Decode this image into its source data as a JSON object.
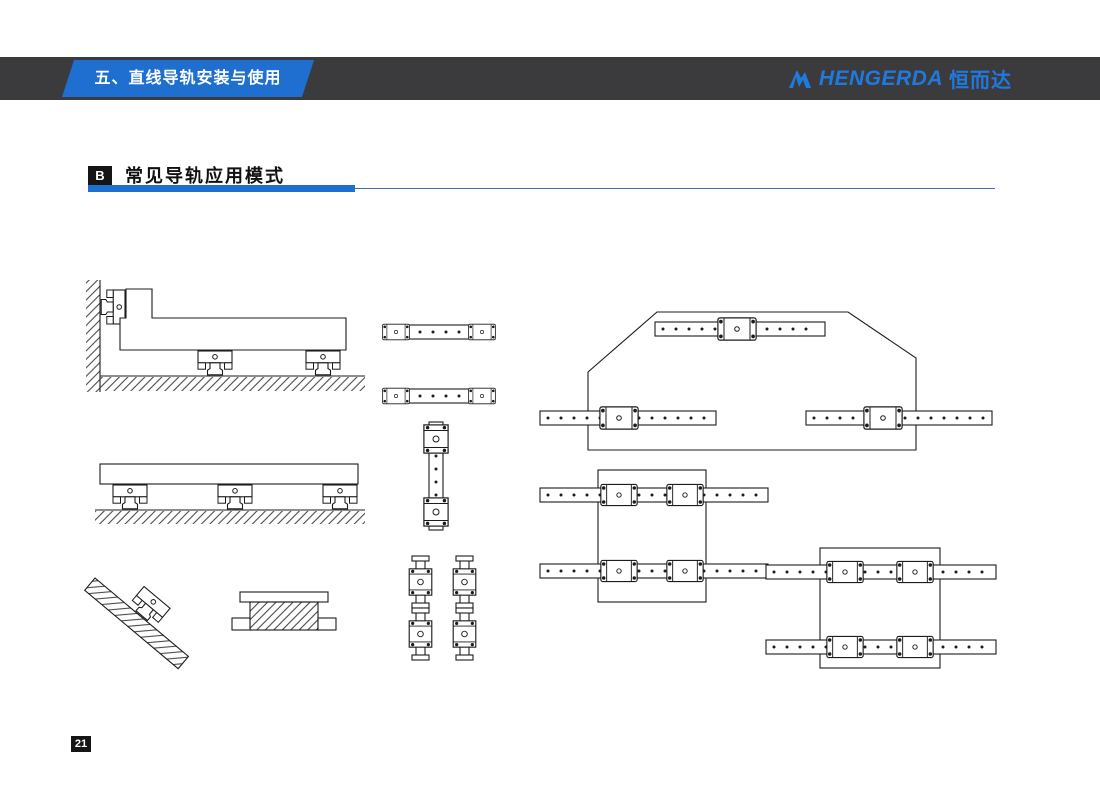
{
  "header": {
    "title": "五、直线导轨安装与使用",
    "logo_en": "HENGERDA",
    "logo_cn": "恒而达"
  },
  "section": {
    "badge": "B",
    "title": "常见导轨应用模式"
  },
  "page_number": "21",
  "colors": {
    "accent_blue": "#1e6fd0",
    "header_bar": "#3b3b3d",
    "ink": "#1c1c1c"
  },
  "drawings": [
    "wall-and-floor-mount-cross-section",
    "floor-mount-cross-section",
    "inclined-mount",
    "clamp-section",
    "rail-top-view-1",
    "rail-top-view-2",
    "rail-vertical-view",
    "four-carriage-grid",
    "gantry-layout",
    "dual-rail-carriage-unit-1",
    "dual-rail-carriage-unit-2"
  ]
}
